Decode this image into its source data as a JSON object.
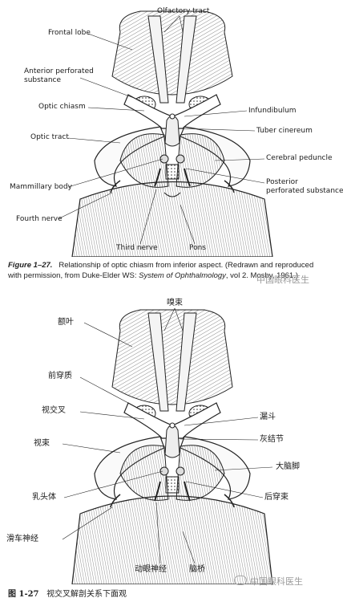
{
  "figure_en": {
    "labels": {
      "olfactory_tract": "Olfactory tract",
      "frontal_lobe": "Frontal lobe",
      "anterior_perforated": "Anterior perforated\nsubstance",
      "optic_chiasm": "Optic chiasm",
      "infundibulum": "Infundibulum",
      "tuber_cinereum": "Tuber cinereum",
      "optic_tract": "Optic tract",
      "cerebral_peduncle": "Cerebral peduncle",
      "posterior_perforated": "Posterior\nperforated substance",
      "mammillary_body": "Mammillary body",
      "fourth_nerve": "Fourth nerve",
      "third_nerve": "Third nerve",
      "pons": "Pons"
    },
    "caption": {
      "figure_number": "Figure 1–27.",
      "text_1": "Relationship of optic chiasm from inferior aspect. (Redrawn and reproduced",
      "text_2": "with permission, from Duke-Elder WS:",
      "book_title": "System of Ophthalmology",
      "text_3": ", vol 2. Mosby, 1961.)"
    }
  },
  "figure_zh": {
    "labels": {
      "olfactory_tract": "嗅束",
      "frontal_lobe": "额叶",
      "anterior_perforated": "前穿质",
      "optic_chiasm": "视交叉",
      "infundibulum": "漏斗",
      "tuber_cinereum": "灰结节",
      "optic_tract": "视束",
      "cerebral_peduncle": "大脑脚",
      "posterior_perforated": "后穿束",
      "mammillary_body": "乳头体",
      "fourth_nerve": "滑车神经",
      "third_nerve": "动眼神经",
      "pons": "脑桥"
    },
    "caption": {
      "figure_number": "图 1-27",
      "text": "视交叉解剖关系下面观"
    }
  },
  "watermarks": {
    "mid": "中国眼科医生",
    "bottom": "中国眼科医生"
  }
}
